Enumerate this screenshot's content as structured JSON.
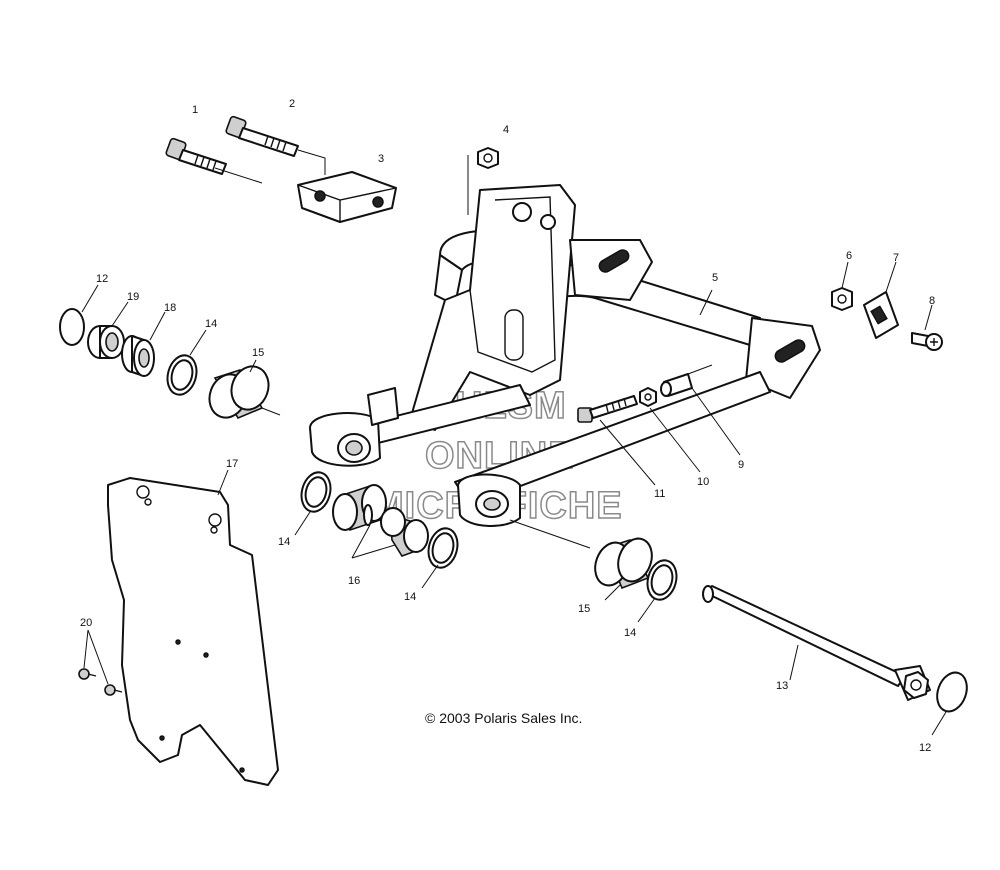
{
  "copyright": "© 2003 Polaris Sales Inc.",
  "watermark": {
    "line1": "HLSM",
    "line2": "ONLINE",
    "line3": "MICROFICHE"
  },
  "callouts": {
    "c1": "1",
    "c2": "2",
    "c3": "3",
    "c4": "4",
    "c5": "5",
    "c6": "6",
    "c7": "7",
    "c8": "8",
    "c9": "9",
    "c10": "10",
    "c11": "11",
    "c12a": "12",
    "c12b": "12",
    "c13": "13",
    "c14a": "14",
    "c14b": "14",
    "c14c": "14",
    "c14d": "14",
    "c15a": "15",
    "c15b": "15",
    "c16": "16",
    "c17": "17",
    "c18": "18",
    "c19": "19",
    "c20": "20"
  }
}
